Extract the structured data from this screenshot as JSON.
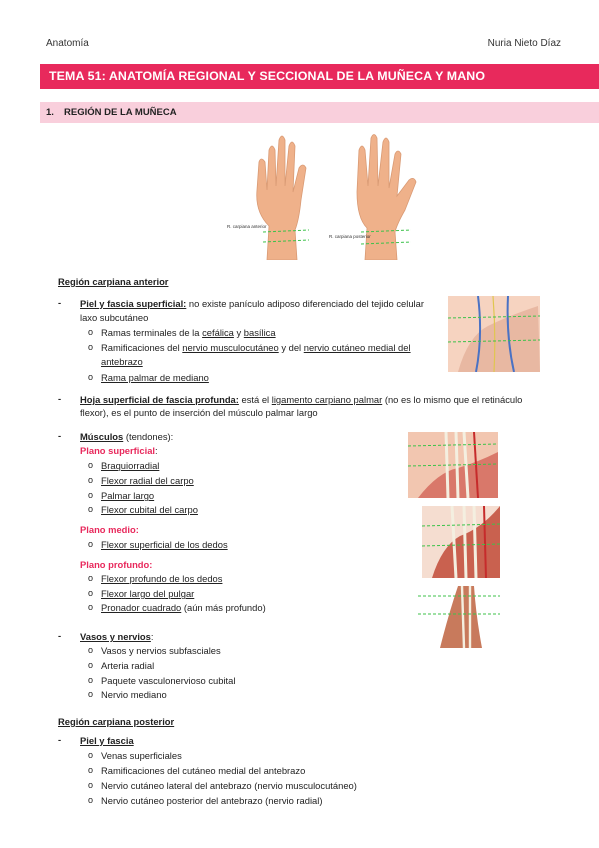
{
  "header": {
    "left": "Anatomía",
    "right": "Nuria Nieto Díaz"
  },
  "title": "TEMA 51: ANATOMÍA REGIONAL Y SECCIONAL DE LA MUÑECA Y MANO",
  "section": {
    "num": "1.",
    "label": "REGIÓN DE LA MUÑECA"
  },
  "figure": {
    "label_anterior": "R. carpiana anterior",
    "label_posterior": "R. carpiana posterior"
  },
  "anterior": {
    "heading": "Región carpiana anterior",
    "piel_label": "Piel y fascia superficial:",
    "piel_text1": " no existe panículo adiposo diferenciado del tejido celular",
    "piel_text2": "laxo subcutáneo",
    "rama_pre": "Ramas terminales de la ",
    "rama_cef": "cefálica",
    "rama_y": " y ",
    "rama_bas": "basílica",
    "ramif_pre": "Ramificaciones del ",
    "ramif_musc": "nervio musculocutáneo",
    "ramif_mid": " y del ",
    "ramif_cut": "nervio cutáneo medial del",
    "ramif_cut2": "antebrazo",
    "rama_palmar": "Rama palmar de mediano",
    "hoja_label": "Hoja superficial de fascia profunda:",
    "hoja_pre": " está el ",
    "hoja_lig": "ligamento carpiano palmar",
    "hoja_post": " (no es lo mismo que el retináculo",
    "hoja_line2": "flexor), es el punto de inserción del músculo palmar largo",
    "musc_label": "Músculos",
    "musc_post": " (tendones):",
    "plano_sup": "Plano superficial",
    "plano_sup_colon": ":",
    "sup_items": [
      "Braquiorradial",
      "Flexor radial del carpo",
      "Palmar largo",
      "Flexor cubital del carpo"
    ],
    "plano_medio": "Plano medio:",
    "medio_items": [
      "Flexor superficial de los dedos"
    ],
    "plano_prof": "Plano profundo:",
    "prof_items": [
      "Flexor profundo de los dedos",
      "Flexor largo del pulgar",
      "Pronador cuadrado"
    ],
    "prof_extra": " (aún más profundo)",
    "vasos_label": "Vasos y nervios",
    "vasos_colon": ":",
    "vasos_items": [
      "Vasos y nervios subfasciales",
      "Arteria radial",
      "Paquete vasculonervioso cubital",
      "Nervio mediano"
    ]
  },
  "posterior": {
    "heading": "Región carpiana posterior",
    "piel_label": "Piel y fascia",
    "items": [
      "Venas superficiales",
      "Ramificaciones del cutáneo medial del antebrazo",
      "Nervio cutáneo lateral del antebrazo (nervio musculocutáneo)",
      "Nervio cutáneo posterior del antebrazo (nervio radial)"
    ]
  },
  "bullets": {
    "dash": "-",
    "circle": "o"
  },
  "colors": {
    "accent": "#e8295c",
    "section_bg": "#f9cfdc",
    "skin": "#f2b48c"
  }
}
